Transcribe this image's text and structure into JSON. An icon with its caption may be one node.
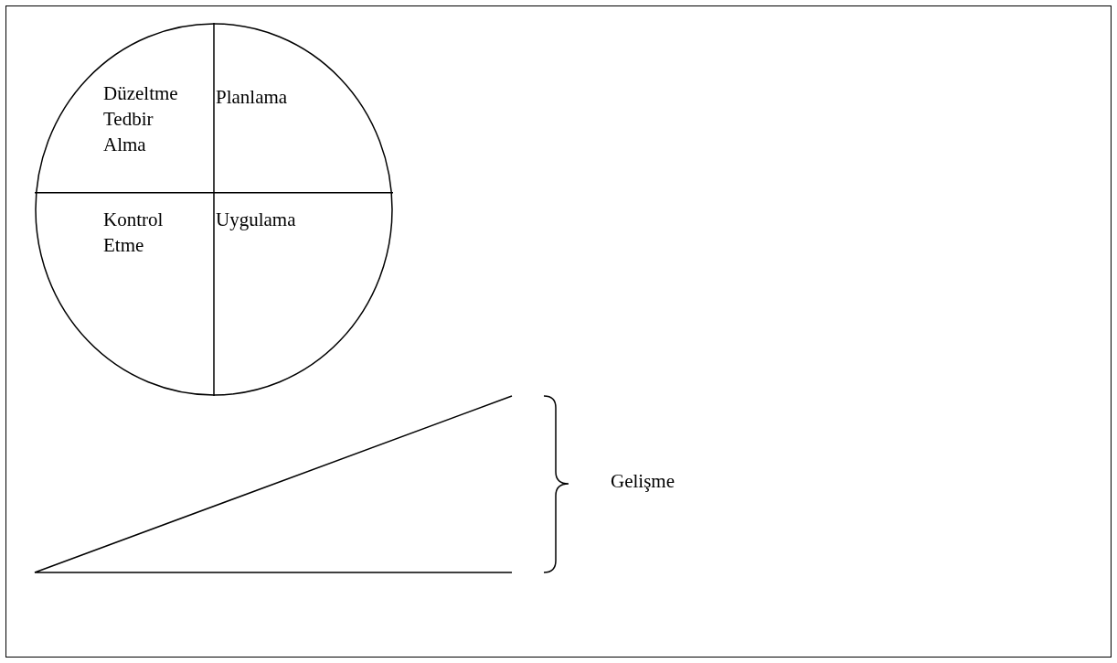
{
  "diagram": {
    "nodes": [
      {
        "text": [
          "Düzeltme Tedbir Alma",
          "Planlama",
          "Kontrol Etme",
          "Uygulama"
        ]
      }
    ],
    "labels": [
      "Gelişme"
    ]
  }
}
